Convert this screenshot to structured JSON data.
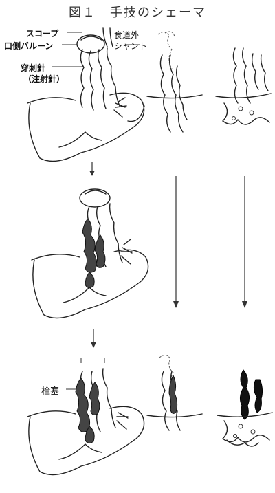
{
  "figure": {
    "title": "図１　手技のシェーマ"
  },
  "labels": {
    "scope": "スコープ",
    "oral_balloon": "口側バルーン",
    "puncture_needle": "穿刺針",
    "injection_needle": "（注射針）",
    "extraesophageal_line1": "食道外",
    "extraesophageal_line2": "シャント",
    "embolus": "栓塞"
  },
  "colors": {
    "ink": "#222222",
    "clot": "#444444",
    "background": "#ffffff"
  }
}
